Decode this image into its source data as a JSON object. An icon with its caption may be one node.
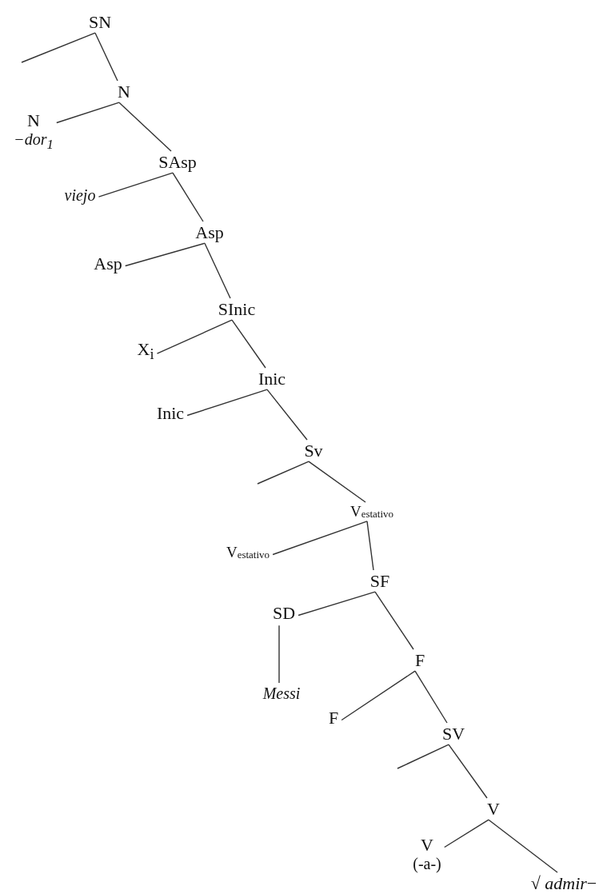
{
  "diagram": {
    "nodes": [
      {
        "text": [
          "SN"
        ]
      },
      {
        "text": [
          "N"
        ]
      },
      {
        "text": [
          "N",
          "−dor$_{1}$"
        ]
      },
      {
        "text": [
          "SAsp"
        ]
      },
      {
        "text": [
          "viejo"
        ]
      },
      {
        "text": [
          "Asp"
        ]
      },
      {
        "text": [
          "Asp"
        ]
      },
      {
        "text": [
          "SInic"
        ]
      },
      {
        "text": [
          "X$_{i}$"
        ]
      },
      {
        "text": [
          "Inic"
        ]
      },
      {
        "text": [
          "Inic"
        ]
      },
      {
        "text": [
          "Sv"
        ]
      },
      {
        "text": [
          "V$_{estativo}$"
        ]
      },
      {
        "text": [
          "V$_{estativo}$"
        ]
      },
      {
        "text": [
          "SF"
        ]
      },
      {
        "text": [
          "SD"
        ]
      },
      {
        "text": [
          "Messi"
        ]
      },
      {
        "text": [
          "F"
        ]
      },
      {
        "text": [
          "F"
        ]
      },
      {
        "text": [
          "SV"
        ]
      },
      {
        "text": [
          "V"
        ]
      },
      {
        "text": [
          "V",
          "(-a-)"
        ]
      },
      {
        "text": [
          "√ *admir*−"
        ]
      }
    ],
    "edges": [
      {
        "from": 0,
        "to": null,
        "arrow": "none"
      },
      {
        "from": 0,
        "to": 1,
        "arrow": "none"
      },
      {
        "from": 1,
        "to": 2,
        "arrow": "none"
      },
      {
        "from": 1,
        "to": 3,
        "arrow": "none"
      },
      {
        "from": 3,
        "to": 4,
        "arrow": "none"
      },
      {
        "from": 3,
        "to": 5,
        "arrow": "none"
      },
      {
        "from": 5,
        "to": 6,
        "arrow": "none"
      },
      {
        "from": 5,
        "to": 7,
        "arrow": "none"
      },
      {
        "from": 7,
        "to": 8,
        "arrow": "none"
      },
      {
        "from": 7,
        "to": 9,
        "arrow": "none"
      },
      {
        "from": 9,
        "to": 10,
        "arrow": "none"
      },
      {
        "from": 9,
        "to": 11,
        "arrow": "none"
      },
      {
        "from": 11,
        "to": null,
        "arrow": "none"
      },
      {
        "from": 11,
        "to": 12,
        "arrow": "none"
      },
      {
        "from": 12,
        "to": 13,
        "arrow": "none"
      },
      {
        "from": 12,
        "to": 14,
        "arrow": "none"
      },
      {
        "from": 14,
        "to": 15,
        "arrow": "none"
      },
      {
        "from": 14,
        "to": 17,
        "arrow": "none"
      },
      {
        "from": 15,
        "to": 16,
        "arrow": "none"
      },
      {
        "from": 17,
        "to": 18,
        "arrow": "none"
      },
      {
        "from": 17,
        "to": 19,
        "arrow": "none"
      },
      {
        "from": 19,
        "to": null,
        "arrow": "none"
      },
      {
        "from": 19,
        "to": 20,
        "arrow": "none"
      },
      {
        "from": 20,
        "to": 21,
        "arrow": "none"
      },
      {
        "from": 20,
        "to": 22,
        "arrow": "none"
      }
    ]
  }
}
